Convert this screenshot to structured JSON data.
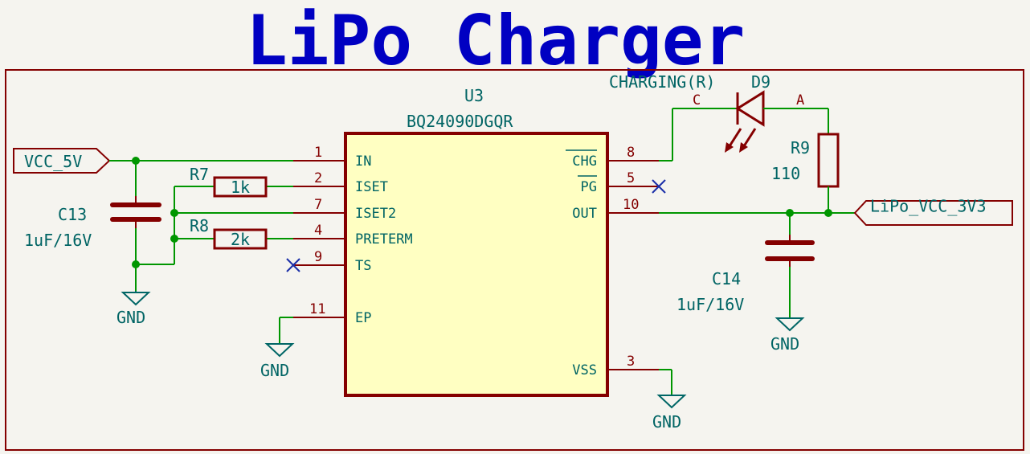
{
  "title": "LiPo Charger",
  "colors": {
    "background": "#f5f4ef",
    "wire": "#009600",
    "component": "#840000",
    "component_fill": "#ffffc2",
    "text": "#006464",
    "title": "#0000c2",
    "no_connect": "#1a2ea8",
    "frame": "#840000"
  },
  "ic": {
    "ref": "U3",
    "value": "BQ24090DGQR",
    "left_pins": [
      {
        "number": "1",
        "name": "IN"
      },
      {
        "number": "2",
        "name": "ISET"
      },
      {
        "number": "7",
        "name": "ISET2"
      },
      {
        "number": "4",
        "name": "PRETERM"
      },
      {
        "number": "9",
        "name": "TS"
      },
      {
        "number": "11",
        "name": "EP"
      }
    ],
    "right_pins": [
      {
        "number": "8",
        "name": "CHG"
      },
      {
        "number": "5",
        "name": "PG"
      },
      {
        "number": "10",
        "name": "OUT"
      },
      {
        "number": "3",
        "name": "VSS"
      }
    ]
  },
  "resistors": {
    "r7": {
      "ref": "R7",
      "value": "1k"
    },
    "r8": {
      "ref": "R8",
      "value": "2k"
    },
    "r9": {
      "ref": "R9",
      "value": "110"
    }
  },
  "capacitors": {
    "c13": {
      "ref": "C13",
      "value": "1uF/16V"
    },
    "c14": {
      "ref": "C14",
      "value": "1uF/16V"
    }
  },
  "led": {
    "ref": "D9",
    "value": "CHARGING(R)",
    "cathode": "C",
    "anode": "A"
  },
  "nets": {
    "vcc_in": "VCC_5V",
    "vcc_out": "LiPo_VCC_3V3",
    "gnd": "GND"
  }
}
